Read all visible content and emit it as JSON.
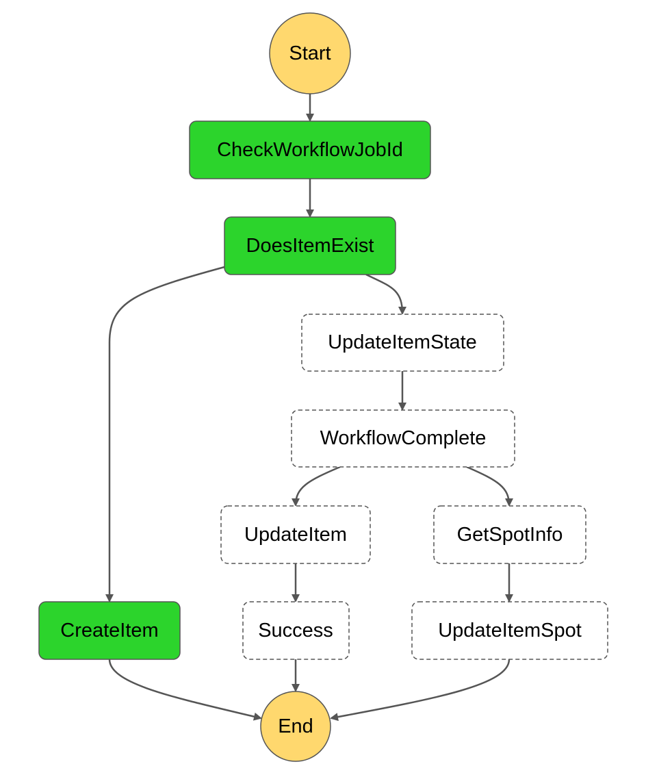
{
  "colors": {
    "terminal_fill": "#FFD86E",
    "active_fill": "#2CD42C",
    "pending_fill": "#FFFFFF",
    "stroke": "#555555",
    "edge": "#555555"
  },
  "nodes": {
    "start": {
      "label": "Start",
      "shape": "circle",
      "status": "terminal"
    },
    "check_workflow_job_id": {
      "label": "CheckWorkflowJobId",
      "status": "active"
    },
    "does_item_exist": {
      "label": "DoesItemExist",
      "status": "active"
    },
    "update_item_state": {
      "label": "UpdateItemState",
      "status": "pending"
    },
    "workflow_complete": {
      "label": "WorkflowComplete",
      "status": "pending"
    },
    "update_item": {
      "label": "UpdateItem",
      "status": "pending"
    },
    "get_spot_info": {
      "label": "GetSpotInfo",
      "status": "pending"
    },
    "create_item": {
      "label": "CreateItem",
      "status": "active"
    },
    "success": {
      "label": "Success",
      "status": "pending"
    },
    "update_item_spot": {
      "label": "UpdateItemSpot",
      "status": "pending"
    },
    "end": {
      "label": "End",
      "shape": "circle",
      "status": "terminal"
    }
  },
  "edges": [
    {
      "from": "Start",
      "to": "CheckWorkflowJobId"
    },
    {
      "from": "CheckWorkflowJobId",
      "to": "DoesItemExist"
    },
    {
      "from": "DoesItemExist",
      "to": "CreateItem"
    },
    {
      "from": "DoesItemExist",
      "to": "UpdateItemState"
    },
    {
      "from": "UpdateItemState",
      "to": "WorkflowComplete"
    },
    {
      "from": "WorkflowComplete",
      "to": "UpdateItem"
    },
    {
      "from": "WorkflowComplete",
      "to": "GetSpotInfo"
    },
    {
      "from": "UpdateItem",
      "to": "Success"
    },
    {
      "from": "GetSpotInfo",
      "to": "UpdateItemSpot"
    },
    {
      "from": "CreateItem",
      "to": "End"
    },
    {
      "from": "Success",
      "to": "End"
    },
    {
      "from": "UpdateItemSpot",
      "to": "End"
    }
  ]
}
